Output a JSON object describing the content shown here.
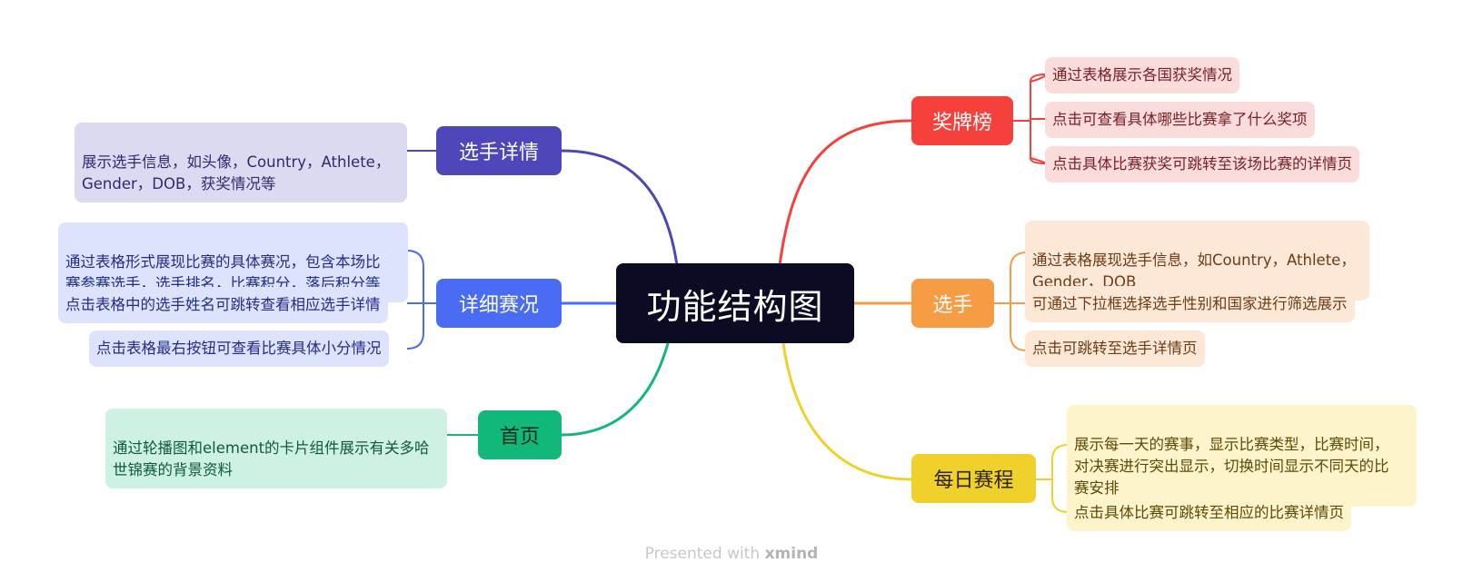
{
  "root": {
    "title": "功能结构图"
  },
  "branches": {
    "medals": {
      "label": "奖牌榜",
      "color": "#f5403c",
      "leaves": [
        "通过表格展示各国获奖情况",
        "点击可查看具体哪些比赛拿了什么奖项",
        "点击具体比赛获奖可跳转至该场比赛的详情页"
      ]
    },
    "athletes": {
      "label": "选手",
      "color": "#f59c45",
      "leaves": [
        "通过表格展现选手信息，如Country，Athlete，\nGender，DOB",
        "可通过下拉框选择选手性别和国家进行筛选展示",
        "点击可跳转至选手详情页"
      ]
    },
    "daily": {
      "label": "每日赛程",
      "color": "#f0d02a",
      "leaves": [
        "展示每一天的赛事，显示比赛类型，比赛时间，\n对决赛进行突出显示，切换时间显示不同天的比\n赛安排",
        "点击具体比赛可跳转至相应的比赛详情页"
      ]
    },
    "athlete_detail": {
      "label": "选手详情",
      "color": "#4d47bb",
      "leaves": [
        "展示选手信息，如头像，Country，Athlete，\nGender，DOB，获奖情况等"
      ]
    },
    "match_detail": {
      "label": "详细赛况",
      "color": "#4a6cf5",
      "leaves": [
        "通过表格形式展现比赛的具体赛况，包含本场比\n赛参赛选手，选手排名，比赛积分，落后积分等",
        "点击表格中的选手姓名可跳转查看相应选手详情",
        "点击表格最右按钮可查看比赛具体小分情况"
      ]
    },
    "home": {
      "label": "首页",
      "color": "#11b87a",
      "leaves": [
        "通过轮播图和element的卡片组件展示有关多哈\n世锦赛的背景资料"
      ]
    }
  },
  "footer": {
    "prefix": "Presented with",
    "brand": "xmind"
  }
}
